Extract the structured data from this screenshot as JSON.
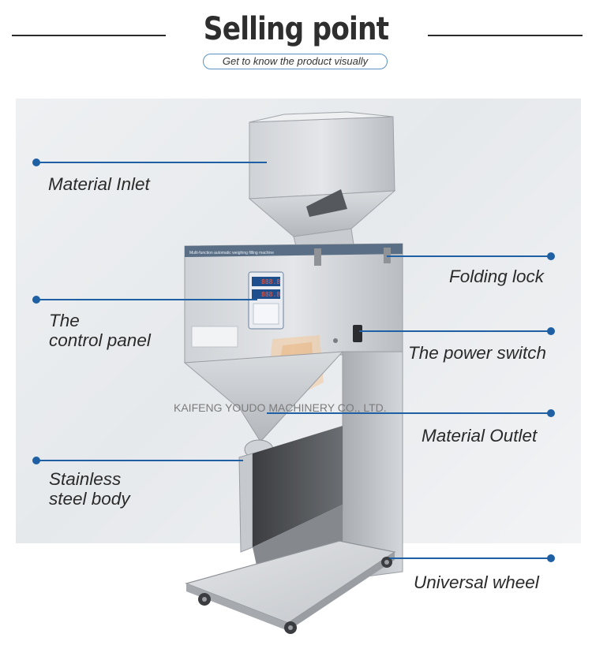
{
  "header": {
    "title": "Selling point",
    "subtitle": "Get to know the product visually"
  },
  "watermark": "KAIFENG YOUDO MACHINERY CO., LTD.",
  "callouts": {
    "material_inlet": "Material Inlet",
    "control_panel_line1": "The",
    "control_panel_line2": "control panel",
    "stainless_line1": "Stainless",
    "stainless_line2": "steel body",
    "folding_lock": "Folding lock",
    "power_switch": "The power switch",
    "material_outlet": "Material Outlet",
    "universal_wheel": "Universal wheel"
  },
  "colors": {
    "accent": "#1f5fa3",
    "subtitle_border": "#5b93c4",
    "title": "#2e2e2e"
  },
  "display": {
    "top_readout": "888.8",
    "bottom_readout": "888.8"
  }
}
